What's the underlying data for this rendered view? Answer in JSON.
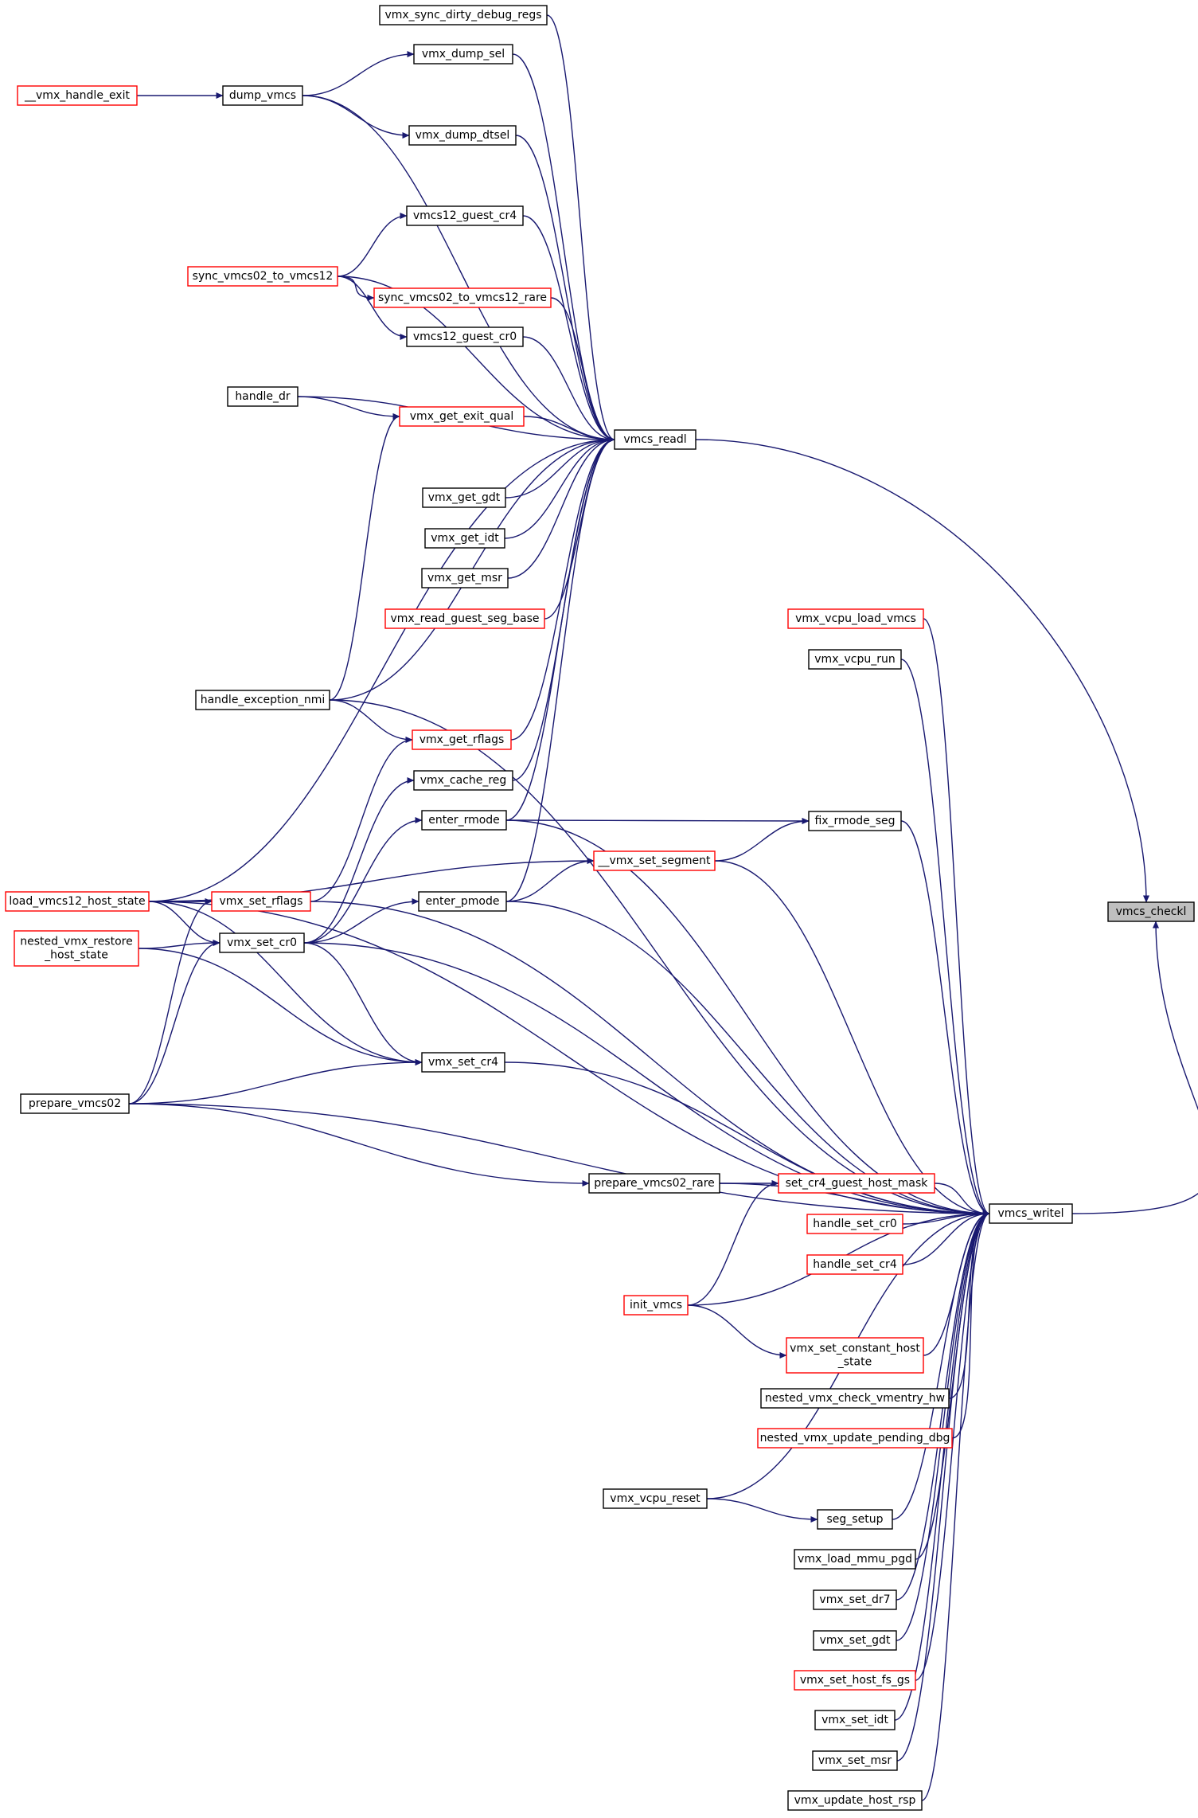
{
  "diagram": {
    "colors": {
      "edge": "#191970",
      "normal_border": "#000000",
      "red_border": "#ff0000",
      "current_fill": "#bfbfbf",
      "background": "#ffffff"
    },
    "nodes": [
      {
        "id": "vmcs_checkl",
        "lines": [
          "vmcs_checkl"
        ],
        "style": "current"
      },
      {
        "id": "vmcs_readl",
        "lines": [
          "vmcs_readl"
        ],
        "style": "normal"
      },
      {
        "id": "vmcs_writel",
        "lines": [
          "vmcs_writel"
        ],
        "style": "normal"
      },
      {
        "id": "vmx_sync_dirty_debug_regs",
        "lines": [
          "vmx_sync_dirty_debug_regs"
        ],
        "style": "normal"
      },
      {
        "id": "vmx_dump_sel",
        "lines": [
          "vmx_dump_sel"
        ],
        "style": "normal"
      },
      {
        "id": "__vmx_handle_exit",
        "lines": [
          "__vmx_handle_exit"
        ],
        "style": "red"
      },
      {
        "id": "dump_vmcs",
        "lines": [
          "dump_vmcs"
        ],
        "style": "normal"
      },
      {
        "id": "vmx_dump_dtsel",
        "lines": [
          "vmx_dump_dtsel"
        ],
        "style": "normal"
      },
      {
        "id": "vmcs12_guest_cr4",
        "lines": [
          "vmcs12_guest_cr4"
        ],
        "style": "normal"
      },
      {
        "id": "sync_vmcs02_to_vmcs12",
        "lines": [
          "sync_vmcs02_to_vmcs12"
        ],
        "style": "red"
      },
      {
        "id": "sync_vmcs02_to_vmcs12_rare",
        "lines": [
          "sync_vmcs02_to_vmcs12_rare"
        ],
        "style": "red"
      },
      {
        "id": "vmcs12_guest_cr0",
        "lines": [
          "vmcs12_guest_cr0"
        ],
        "style": "normal"
      },
      {
        "id": "handle_dr",
        "lines": [
          "handle_dr"
        ],
        "style": "normal"
      },
      {
        "id": "vmx_get_exit_qual",
        "lines": [
          "vmx_get_exit_qual"
        ],
        "style": "red"
      },
      {
        "id": "vmx_get_gdt",
        "lines": [
          "vmx_get_gdt"
        ],
        "style": "normal"
      },
      {
        "id": "vmx_get_idt",
        "lines": [
          "vmx_get_idt"
        ],
        "style": "normal"
      },
      {
        "id": "vmx_get_msr",
        "lines": [
          "vmx_get_msr"
        ],
        "style": "normal"
      },
      {
        "id": "vmx_read_guest_seg_base",
        "lines": [
          "vmx_read_guest_seg_base"
        ],
        "style": "red"
      },
      {
        "id": "vmx_vcpu_load_vmcs",
        "lines": [
          "vmx_vcpu_load_vmcs"
        ],
        "style": "red"
      },
      {
        "id": "vmx_vcpu_run",
        "lines": [
          "vmx_vcpu_run"
        ],
        "style": "normal"
      },
      {
        "id": "handle_exception_nmi",
        "lines": [
          "handle_exception_nmi"
        ],
        "style": "normal"
      },
      {
        "id": "vmx_get_rflags",
        "lines": [
          "vmx_get_rflags"
        ],
        "style": "red"
      },
      {
        "id": "vmx_cache_reg",
        "lines": [
          "vmx_cache_reg"
        ],
        "style": "normal"
      },
      {
        "id": "enter_rmode",
        "lines": [
          "enter_rmode"
        ],
        "style": "normal"
      },
      {
        "id": "fix_rmode_seg",
        "lines": [
          "fix_rmode_seg"
        ],
        "style": "normal"
      },
      {
        "id": "__vmx_set_segment",
        "lines": [
          "__vmx_set_segment"
        ],
        "style": "red"
      },
      {
        "id": "load_vmcs12_host_state",
        "lines": [
          "load_vmcs12_host_state"
        ],
        "style": "red"
      },
      {
        "id": "vmx_set_rflags",
        "lines": [
          "vmx_set_rflags"
        ],
        "style": "red"
      },
      {
        "id": "enter_pmode",
        "lines": [
          "enter_pmode"
        ],
        "style": "normal"
      },
      {
        "id": "nested_vmx_restore_host_state",
        "lines": [
          "nested_vmx_restore",
          "_host_state"
        ],
        "style": "red"
      },
      {
        "id": "vmx_set_cr0",
        "lines": [
          "vmx_set_cr0"
        ],
        "style": "normal"
      },
      {
        "id": "vmx_set_cr4",
        "lines": [
          "vmx_set_cr4"
        ],
        "style": "normal"
      },
      {
        "id": "prepare_vmcs02",
        "lines": [
          "prepare_vmcs02"
        ],
        "style": "normal"
      },
      {
        "id": "prepare_vmcs02_rare",
        "lines": [
          "prepare_vmcs02_rare"
        ],
        "style": "normal"
      },
      {
        "id": "set_cr4_guest_host_mask",
        "lines": [
          "set_cr4_guest_host_mask"
        ],
        "style": "red"
      },
      {
        "id": "handle_set_cr0",
        "lines": [
          "handle_set_cr0"
        ],
        "style": "red"
      },
      {
        "id": "handle_set_cr4",
        "lines": [
          "handle_set_cr4"
        ],
        "style": "red"
      },
      {
        "id": "init_vmcs",
        "lines": [
          "init_vmcs"
        ],
        "style": "red"
      },
      {
        "id": "vmx_set_constant_host_state",
        "lines": [
          "vmx_set_constant_host",
          "_state"
        ],
        "style": "red"
      },
      {
        "id": "nested_vmx_check_vmentry_hw",
        "lines": [
          "nested_vmx_check_vmentry_hw"
        ],
        "style": "normal"
      },
      {
        "id": "nested_vmx_update_pending_dbg",
        "lines": [
          "nested_vmx_update_pending_dbg"
        ],
        "style": "red"
      },
      {
        "id": "vmx_vcpu_reset",
        "lines": [
          "vmx_vcpu_reset"
        ],
        "style": "normal"
      },
      {
        "id": "seg_setup",
        "lines": [
          "seg_setup"
        ],
        "style": "normal"
      },
      {
        "id": "vmx_load_mmu_pgd",
        "lines": [
          "vmx_load_mmu_pgd"
        ],
        "style": "normal"
      },
      {
        "id": "vmx_set_dr7",
        "lines": [
          "vmx_set_dr7"
        ],
        "style": "normal"
      },
      {
        "id": "vmx_set_gdt",
        "lines": [
          "vmx_set_gdt"
        ],
        "style": "normal"
      },
      {
        "id": "vmx_set_host_fs_gs",
        "lines": [
          "vmx_set_host_fs_gs"
        ],
        "style": "red"
      },
      {
        "id": "vmx_set_idt",
        "lines": [
          "vmx_set_idt"
        ],
        "style": "normal"
      },
      {
        "id": "vmx_set_msr",
        "lines": [
          "vmx_set_msr"
        ],
        "style": "normal"
      },
      {
        "id": "vmx_update_host_rsp",
        "lines": [
          "vmx_update_host_rsp"
        ],
        "style": "normal"
      }
    ],
    "edges": [
      {
        "from": "vmcs_readl",
        "to": "vmcs_checkl"
      },
      {
        "from": "vmcs_writel",
        "to": "vmcs_checkl"
      },
      {
        "from": "vmx_sync_dirty_debug_regs",
        "to": "vmcs_readl"
      },
      {
        "from": "vmx_dump_sel",
        "to": "vmcs_readl"
      },
      {
        "from": "dump_vmcs",
        "to": "vmcs_readl"
      },
      {
        "from": "vmx_dump_dtsel",
        "to": "vmcs_readl"
      },
      {
        "from": "vmcs12_guest_cr4",
        "to": "vmcs_readl"
      },
      {
        "from": "sync_vmcs02_to_vmcs12",
        "to": "vmcs_readl"
      },
      {
        "from": "sync_vmcs02_to_vmcs12_rare",
        "to": "vmcs_readl"
      },
      {
        "from": "vmcs12_guest_cr0",
        "to": "vmcs_readl"
      },
      {
        "from": "handle_dr",
        "to": "vmcs_readl"
      },
      {
        "from": "vmx_get_exit_qual",
        "to": "vmcs_readl"
      },
      {
        "from": "vmx_get_gdt",
        "to": "vmcs_readl"
      },
      {
        "from": "vmx_get_idt",
        "to": "vmcs_readl"
      },
      {
        "from": "vmx_get_msr",
        "to": "vmcs_readl"
      },
      {
        "from": "vmx_read_guest_seg_base",
        "to": "vmcs_readl"
      },
      {
        "from": "handle_exception_nmi",
        "to": "vmcs_readl"
      },
      {
        "from": "vmx_get_rflags",
        "to": "vmcs_readl"
      },
      {
        "from": "vmx_cache_reg",
        "to": "vmcs_readl"
      },
      {
        "from": "enter_rmode",
        "to": "vmcs_readl"
      },
      {
        "from": "enter_pmode",
        "to": "vmcs_readl"
      },
      {
        "from": "load_vmcs12_host_state",
        "to": "vmcs_readl"
      },
      {
        "from": "__vmx_handle_exit",
        "to": "dump_vmcs"
      },
      {
        "from": "dump_vmcs",
        "to": "vmx_dump_sel"
      },
      {
        "from": "dump_vmcs",
        "to": "vmx_dump_dtsel"
      },
      {
        "from": "sync_vmcs02_to_vmcs12",
        "to": "vmcs12_guest_cr4"
      },
      {
        "from": "sync_vmcs02_to_vmcs12",
        "to": "sync_vmcs02_to_vmcs12_rare"
      },
      {
        "from": "sync_vmcs02_to_vmcs12",
        "to": "vmcs12_guest_cr0"
      },
      {
        "from": "handle_dr",
        "to": "vmx_get_exit_qual"
      },
      {
        "from": "handle_exception_nmi",
        "to": "vmx_get_exit_qual"
      },
      {
        "from": "handle_exception_nmi",
        "to": "vmx_get_rflags"
      },
      {
        "from": "vmx_set_rflags",
        "to": "vmx_get_rflags"
      },
      {
        "from": "vmx_set_cr0",
        "to": "vmx_cache_reg"
      },
      {
        "from": "vmx_set_cr0",
        "to": "enter_rmode"
      },
      {
        "from": "vmx_set_cr0",
        "to": "enter_pmode"
      },
      {
        "from": "enter_rmode",
        "to": "fix_rmode_seg"
      },
      {
        "from": "__vmx_set_segment",
        "to": "fix_rmode_seg"
      },
      {
        "from": "enter_pmode",
        "to": "__vmx_set_segment"
      },
      {
        "from": "load_vmcs12_host_state",
        "to": "__vmx_set_segment"
      },
      {
        "from": "load_vmcs12_host_state",
        "to": "vmx_set_rflags"
      },
      {
        "from": "load_vmcs12_host_state",
        "to": "vmx_set_cr0"
      },
      {
        "from": "load_vmcs12_host_state",
        "to": "vmx_set_cr4"
      },
      {
        "from": "nested_vmx_restore_host_state",
        "to": "vmx_set_cr0"
      },
      {
        "from": "nested_vmx_restore_host_state",
        "to": "vmx_set_cr4"
      },
      {
        "from": "prepare_vmcs02",
        "to": "vmx_set_rflags"
      },
      {
        "from": "prepare_vmcs02",
        "to": "vmx_set_cr0"
      },
      {
        "from": "prepare_vmcs02",
        "to": "vmx_set_cr4"
      },
      {
        "from": "prepare_vmcs02",
        "to": "prepare_vmcs02_rare"
      },
      {
        "from": "vmx_set_cr0",
        "to": "vmx_set_cr4"
      },
      {
        "from": "prepare_vmcs02_rare",
        "to": "set_cr4_guest_host_mask"
      },
      {
        "from": "init_vmcs",
        "to": "set_cr4_guest_host_mask"
      },
      {
        "from": "init_vmcs",
        "to": "vmx_set_constant_host_state"
      },
      {
        "from": "vmx_vcpu_reset",
        "to": "seg_setup"
      },
      {
        "from": "vmx_vcpu_load_vmcs",
        "to": "vmcs_writel"
      },
      {
        "from": "vmx_vcpu_run",
        "to": "vmcs_writel"
      },
      {
        "from": "handle_exception_nmi",
        "to": "vmcs_writel"
      },
      {
        "from": "enter_rmode",
        "to": "vmcs_writel"
      },
      {
        "from": "fix_rmode_seg",
        "to": "vmcs_writel"
      },
      {
        "from": "__vmx_set_segment",
        "to": "vmcs_writel"
      },
      {
        "from": "enter_pmode",
        "to": "vmcs_writel"
      },
      {
        "from": "vmx_set_rflags",
        "to": "vmcs_writel"
      },
      {
        "from": "vmx_set_cr0",
        "to": "vmcs_writel"
      },
      {
        "from": "load_vmcs12_host_state",
        "to": "vmcs_writel"
      },
      {
        "from": "vmx_set_cr4",
        "to": "vmcs_writel"
      },
      {
        "from": "prepare_vmcs02",
        "to": "vmcs_writel"
      },
      {
        "from": "prepare_vmcs02_rare",
        "to": "vmcs_writel"
      },
      {
        "from": "set_cr4_guest_host_mask",
        "to": "vmcs_writel"
      },
      {
        "from": "handle_set_cr0",
        "to": "vmcs_writel"
      },
      {
        "from": "handle_set_cr4",
        "to": "vmcs_writel"
      },
      {
        "from": "init_vmcs",
        "to": "vmcs_writel"
      },
      {
        "from": "vmx_set_constant_host_state",
        "to": "vmcs_writel"
      },
      {
        "from": "nested_vmx_check_vmentry_hw",
        "to": "vmcs_writel"
      },
      {
        "from": "nested_vmx_update_pending_dbg",
        "to": "vmcs_writel"
      },
      {
        "from": "vmx_vcpu_reset",
        "to": "vmcs_writel"
      },
      {
        "from": "seg_setup",
        "to": "vmcs_writel"
      },
      {
        "from": "vmx_load_mmu_pgd",
        "to": "vmcs_writel"
      },
      {
        "from": "vmx_set_dr7",
        "to": "vmcs_writel"
      },
      {
        "from": "vmx_set_gdt",
        "to": "vmcs_writel"
      },
      {
        "from": "vmx_set_host_fs_gs",
        "to": "vmcs_writel"
      },
      {
        "from": "vmx_set_idt",
        "to": "vmcs_writel"
      },
      {
        "from": "vmx_set_msr",
        "to": "vmcs_writel"
      },
      {
        "from": "vmx_update_host_rsp",
        "to": "vmcs_writel"
      }
    ]
  }
}
